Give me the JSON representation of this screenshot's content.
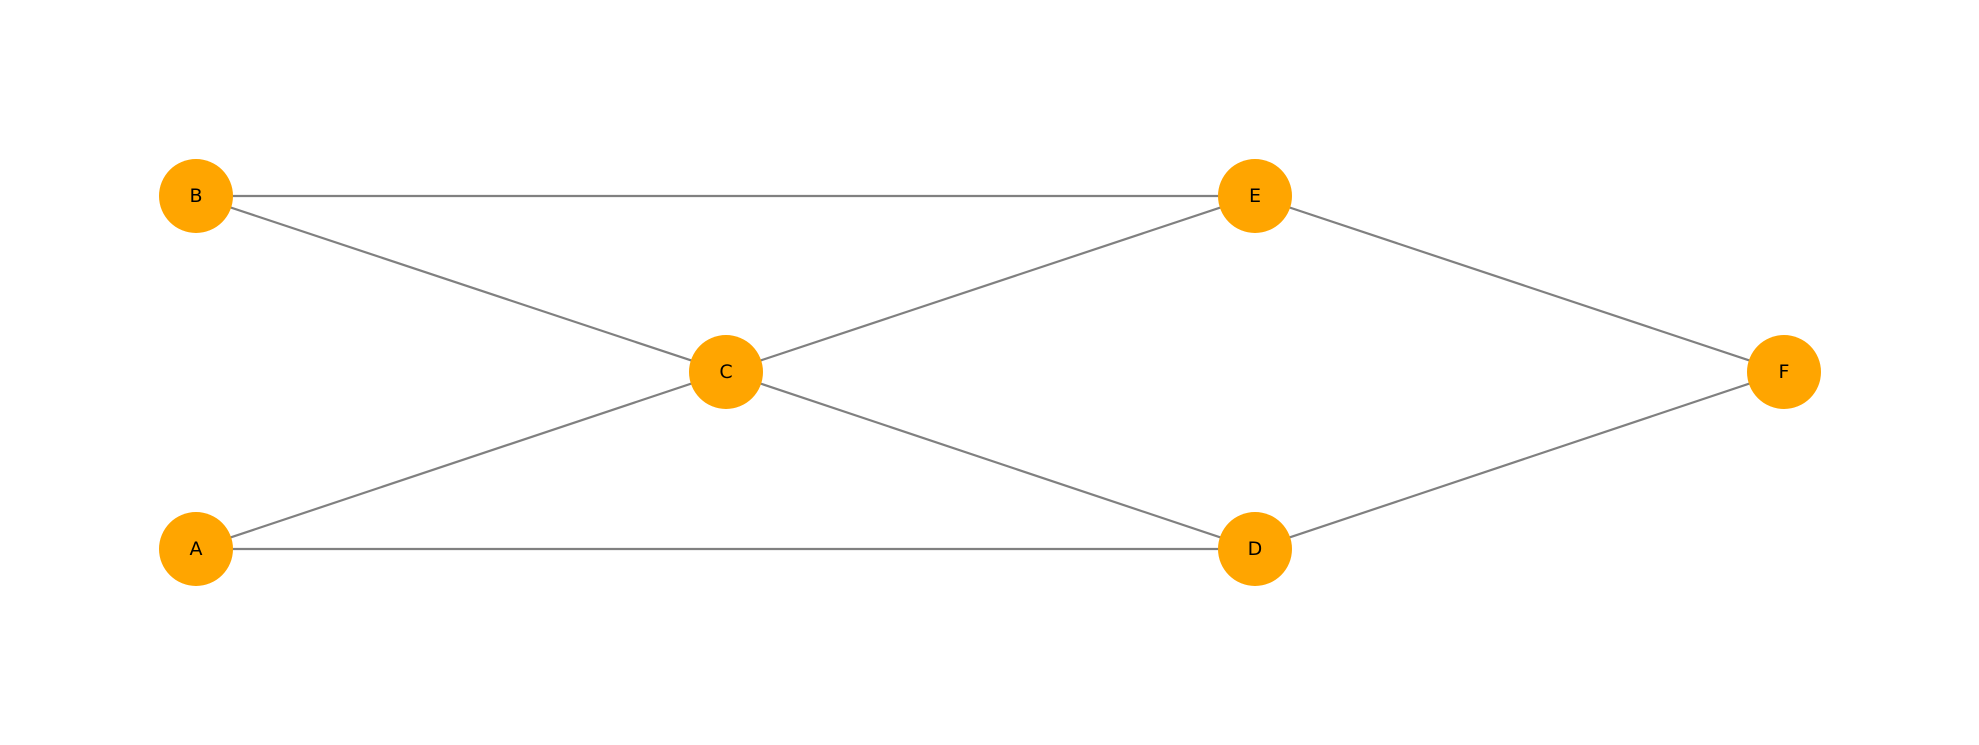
{
  "graph": {
    "directed": true,
    "node_color": "#ffa500",
    "edge_color": "#808080",
    "label_color": "#000000",
    "nodes": [
      {
        "id": "A",
        "label": "A"
      },
      {
        "id": "B",
        "label": "B"
      },
      {
        "id": "C",
        "label": "C"
      },
      {
        "id": "D",
        "label": "D"
      },
      {
        "id": "E",
        "label": "E"
      },
      {
        "id": "F",
        "label": "F"
      }
    ],
    "edges": [
      {
        "from": "C",
        "to": "A"
      },
      {
        "from": "C",
        "to": "B"
      },
      {
        "from": "D",
        "to": "A"
      },
      {
        "from": "D",
        "to": "C"
      },
      {
        "from": "E",
        "to": "B"
      },
      {
        "from": "E",
        "to": "C"
      },
      {
        "from": "F",
        "to": "D"
      },
      {
        "from": "F",
        "to": "E"
      }
    ]
  }
}
